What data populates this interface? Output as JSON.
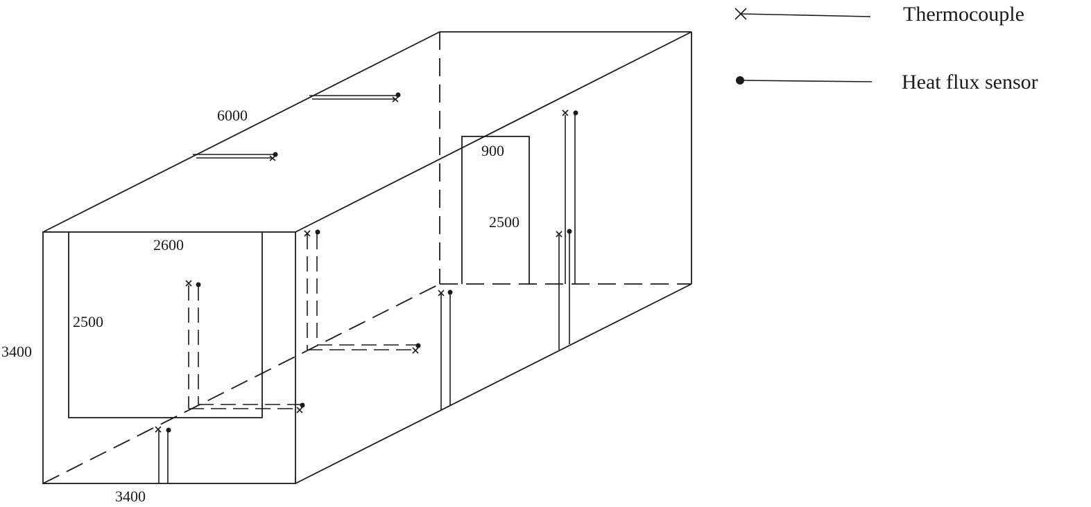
{
  "legend": {
    "thermocouple": "Thermocouple",
    "heat_flux_sensor": "Heat flux sensor"
  },
  "dimensions": {
    "room_length": "6000",
    "room_height": "3400",
    "room_width": "3400",
    "front_opening_width": "2600",
    "front_opening_height": "2500",
    "door_width": "900",
    "door_height": "2500"
  }
}
